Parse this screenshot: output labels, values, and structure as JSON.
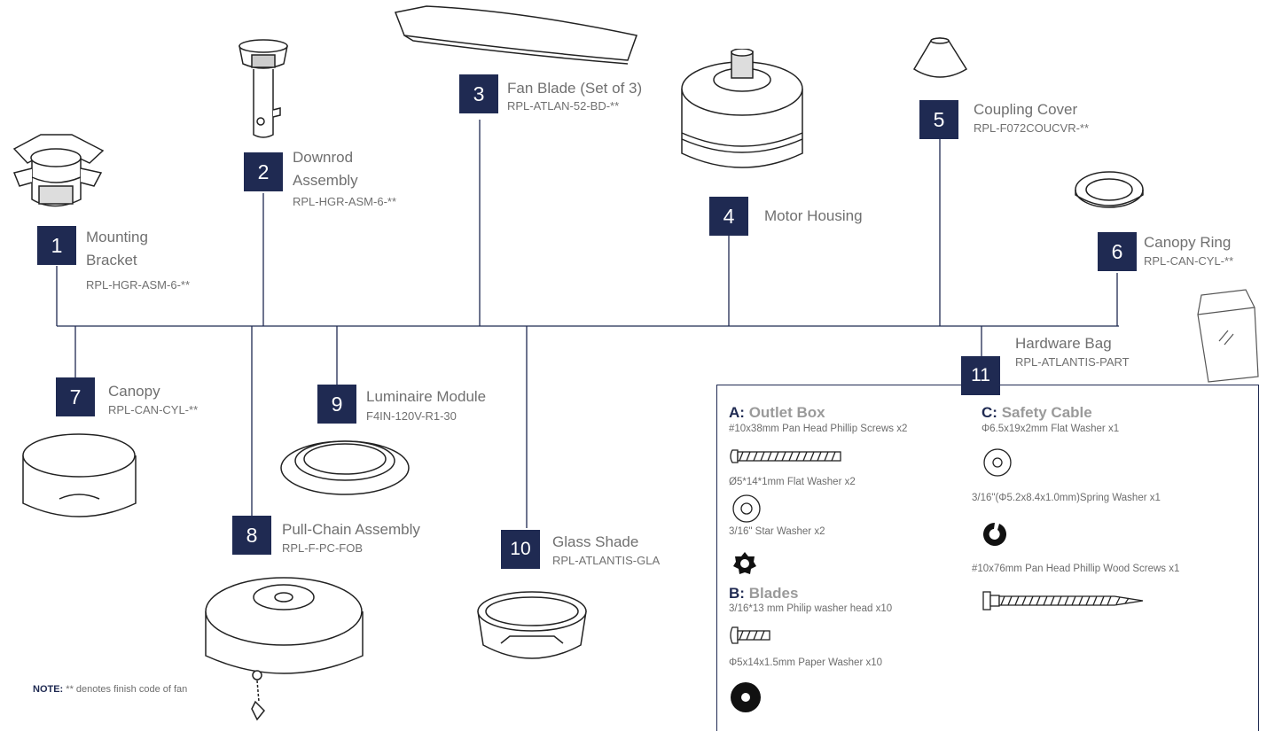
{
  "parts": [
    {
      "number": "1",
      "name_line1": "Mounting",
      "name_line2": "Bracket",
      "code": "RPL-HGR-ASM-6-**"
    },
    {
      "number": "2",
      "name_line1": "Downrod",
      "name_line2": "Assembly",
      "code": "RPL-HGR-ASM-6-**"
    },
    {
      "number": "3",
      "name": "Fan Blade (Set of 3)",
      "code": "RPL-ATLAN-52-BD-**"
    },
    {
      "number": "4",
      "name": "Motor Housing"
    },
    {
      "number": "5",
      "name": "Coupling  Cover",
      "code": "RPL-F072COUCVR-**"
    },
    {
      "number": "6",
      "name": "Canopy Ring",
      "code": "RPL-CAN-CYL-**"
    },
    {
      "number": "7",
      "name": "Canopy",
      "code": "RPL-CAN-CYL-**"
    },
    {
      "number": "8",
      "name": "Pull-Chain Assembly",
      "code": "RPL-F-PC-FOB"
    },
    {
      "number": "9",
      "name": "Luminaire Module",
      "code": "F4IN-120V-R1-30"
    },
    {
      "number": "10",
      "name": "Glass Shade",
      "code": "RPL-ATLANTIS-GLA"
    },
    {
      "number": "11",
      "name": "Hardware Bag",
      "code": "RPL-ATLANTIS-PART"
    }
  ],
  "hardware": {
    "a": {
      "key": "A:",
      "title": "Outlet Box",
      "items": [
        "#10x38mm Pan Head Phillip Screws x2",
        "Ø5*14*1mm Flat Washer x2",
        "3/16\" Star Washer x2"
      ]
    },
    "b": {
      "key": "B:",
      "title": "Blades",
      "items": [
        "3/16*13 mm Philip washer head x10",
        "Φ5x14x1.5mm Paper Washer x10"
      ]
    },
    "c": {
      "key": "C:",
      "title": "Safety Cable",
      "items": [
        "Φ6.5x19x2mm Flat Washer x1",
        "3/16\"(Φ5.2x8.4x1.0mm)Spring Washer x1",
        "#10x76mm Pan Head Phillip Wood Screws x1"
      ]
    }
  },
  "note": {
    "key": "NOTE:",
    "text": " ** denotes finish code of fan"
  },
  "colors": {
    "badge": "#1f2a52",
    "line": "#1f2a52",
    "text": "#707070"
  }
}
